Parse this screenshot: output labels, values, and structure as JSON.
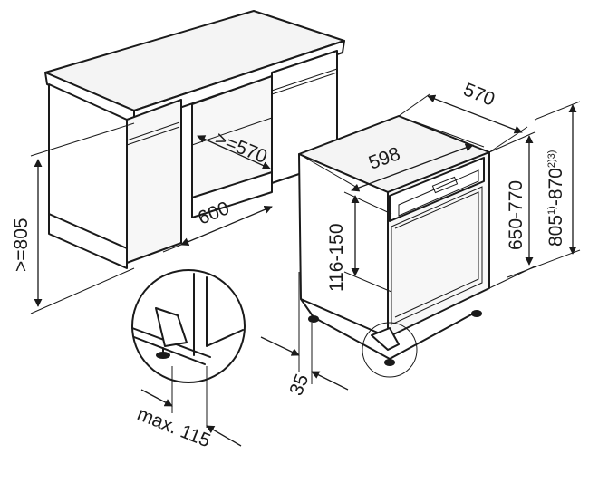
{
  "dimensions": {
    "cabinet_height_min": ">=805",
    "cabinet_width": "600",
    "cabinet_depth_min": ">=570",
    "appliance_width": "598",
    "appliance_depth": "570",
    "panel_height_range": "116-150",
    "height_range_1": "650-770",
    "height_range_2": {
      "prefix": "805",
      "sup1": "1)",
      "mid": "-870",
      "sup2": "2)3)"
    },
    "toe_kick_depth": "35",
    "max_label": "max. 115"
  }
}
